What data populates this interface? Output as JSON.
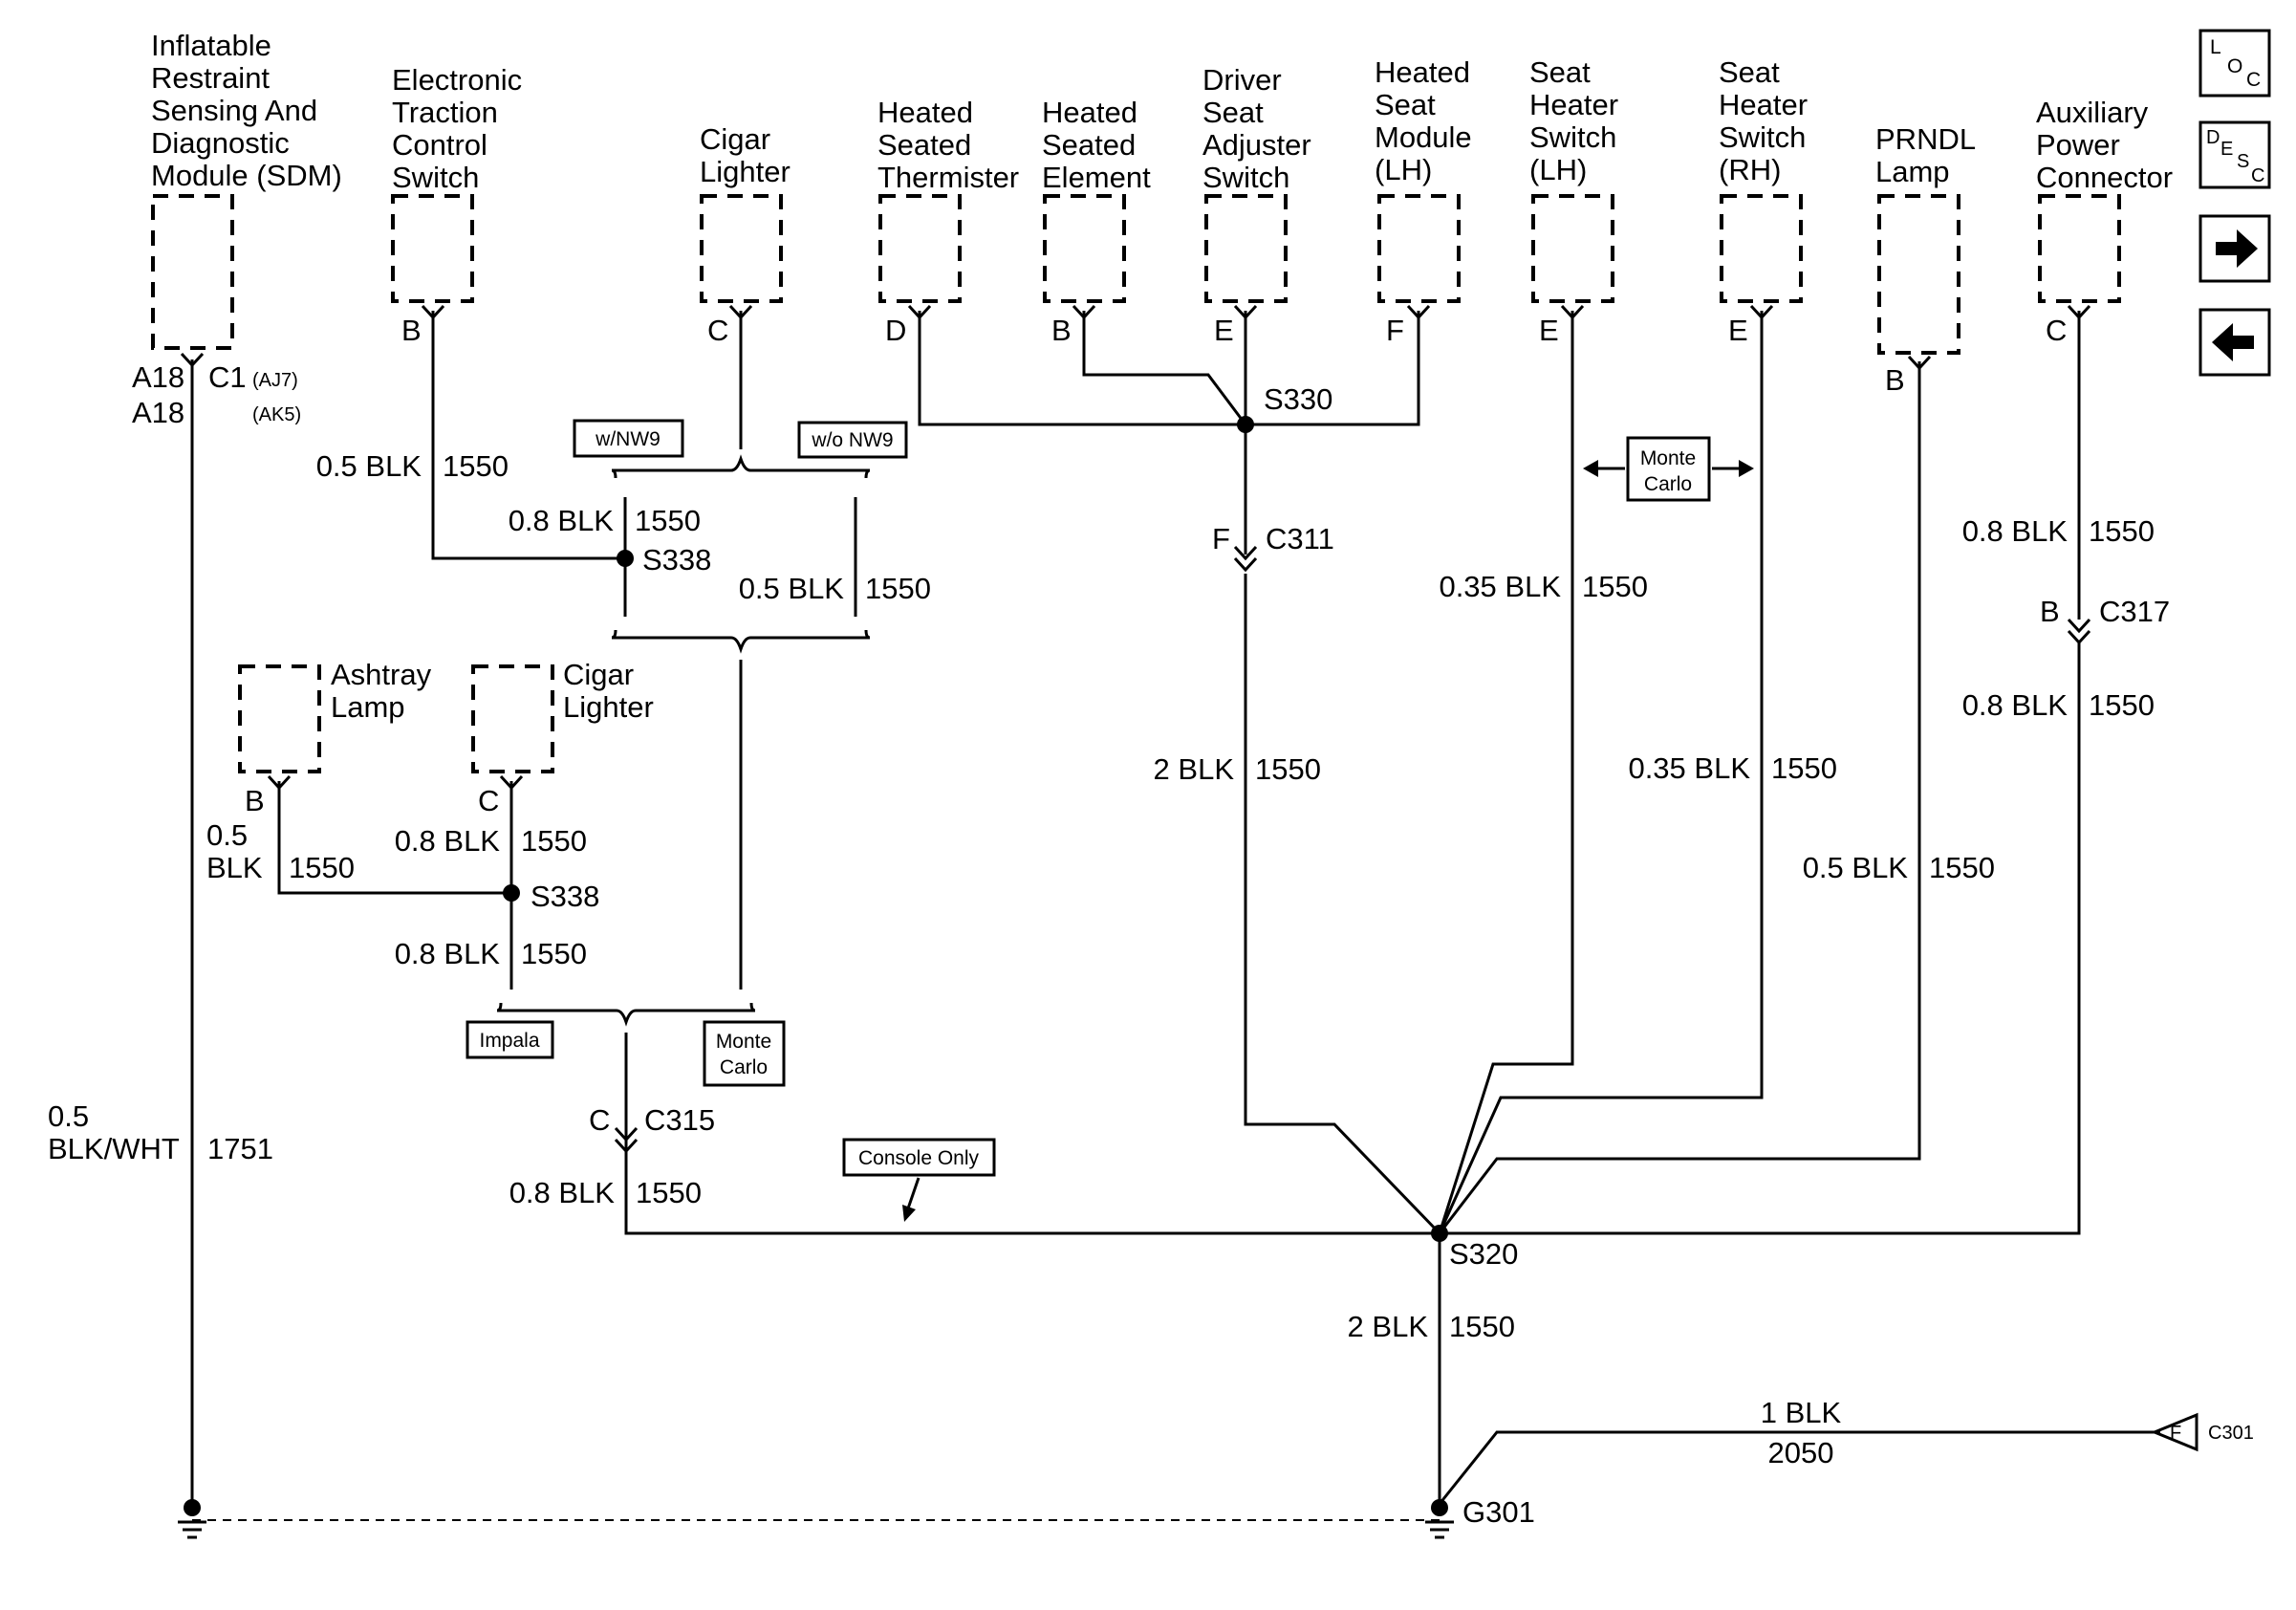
{
  "components": {
    "sdm": [
      "Inflatable",
      "Restraint",
      "Sensing And",
      "Diagnostic",
      "Module (SDM)"
    ],
    "etc": [
      "Electronic",
      "Traction",
      "Control",
      "Switch"
    ],
    "cigar_top": [
      "Cigar",
      "Lighter"
    ],
    "thermistor": [
      "Heated",
      "Seated",
      "Thermister"
    ],
    "element": [
      "Heated",
      "Seated",
      "Element"
    ],
    "driver_seat": [
      "Driver",
      "Seat",
      "Adjuster",
      "Switch"
    ],
    "heated_seat": [
      "Heated",
      "Seat",
      "Module",
      "(LH)"
    ],
    "sh_lh": [
      "Seat",
      "Heater",
      "Switch",
      "(LH)"
    ],
    "sh_rh": [
      "Seat",
      "Heater",
      "Switch",
      "(RH)"
    ],
    "prndl": [
      "PRNDL",
      "Lamp"
    ],
    "aux": [
      "Auxiliary",
      "Power",
      "Connector"
    ],
    "ashtray": [
      "Ashtray",
      "Lamp"
    ],
    "cigar_low": [
      "Cigar",
      "Lighter"
    ]
  },
  "pins": {
    "sdm_a18": "A18",
    "sdm_c1": "C1",
    "sdm_aj7": "(AJ7)",
    "sdm_a18b": "A18",
    "sdm_ak5": "(AK5)",
    "etc": "B",
    "cigar_top": "C",
    "thermistor": "D",
    "element": "B",
    "driver_seat": "E",
    "heated_seat": "F",
    "sh_lh": "E",
    "sh_rh": "E",
    "prndl": "B",
    "aux": "C",
    "ashtray": "B",
    "cigar_low": "C",
    "c311": "F",
    "c317": "B",
    "c315": "C",
    "c301": "F"
  },
  "wires": {
    "etc": [
      "0.5 BLK",
      "1550"
    ],
    "s338_up": [
      "0.8 BLK",
      "1550"
    ],
    "wo_nw9": [
      "0.5 BLK",
      "1550"
    ],
    "ashtray_size": "0.5",
    "ashtray_color": "BLK",
    "ashtray_circuit": "1550",
    "cigar_low": [
      "0.8 BLK",
      "1550"
    ],
    "s338_low_down": [
      "0.8 BLK",
      "1550"
    ],
    "c315_down": [
      "0.8 BLK",
      "1550"
    ],
    "sdm_size": "0.5",
    "sdm_color": "BLK/WHT",
    "sdm_circuit": "1751",
    "c311_down": [
      "2 BLK",
      "1550"
    ],
    "sh_lh": [
      "0.35 BLK",
      "1550"
    ],
    "sh_rh": [
      "0.35 BLK",
      "1550"
    ],
    "prndl": [
      "0.5 BLK",
      "1550"
    ],
    "aux_up": [
      "0.8 BLK",
      "1550"
    ],
    "aux_down": [
      "0.8 BLK",
      "1550"
    ],
    "s320_down": [
      "2 BLK",
      "1550"
    ],
    "c301_size": "1 BLK",
    "c301_circuit": "2050"
  },
  "splices": {
    "s330": "S330",
    "s338_top": "S338",
    "s338_low": "S338",
    "s320": "S320",
    "g301": "G301"
  },
  "connectors": {
    "c311": "C311",
    "c317": "C317",
    "c315": "C315",
    "c301": "C301"
  },
  "option_tags": {
    "w_nw9": "w/NW9",
    "wo_nw9": "w/o NW9",
    "monte_carlo_right": [
      "Monte",
      "Carlo"
    ],
    "impala": "Impala",
    "monte_carlo_low": [
      "Monte",
      "Carlo"
    ],
    "console_only": "Console Only"
  },
  "nav": {
    "loc": {
      "l": "L",
      "o": "O",
      "c": "C"
    },
    "desc": {
      "d": "D",
      "e": "E",
      "s": "S",
      "c": "C"
    },
    "next_icon": "arrow-right-icon",
    "prev_icon": "arrow-left-icon"
  }
}
